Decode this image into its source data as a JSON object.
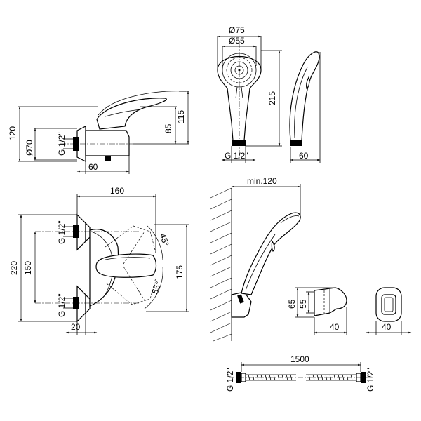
{
  "views": {
    "side_view": {
      "labels": {
        "height_total": "120",
        "diameter": "Ø70",
        "thread": "G 1/2\"",
        "spout_height": "85",
        "handle_height": "115",
        "depth": "60"
      }
    },
    "hand_shower_front": {
      "labels": {
        "outer_diameter": "Ø75",
        "inner_diameter": "Ø55",
        "length": "215",
        "thread": "G 1/2\""
      }
    },
    "hand_shower_side": {
      "labels": {
        "depth": "60"
      }
    },
    "front_view": {
      "labels": {
        "width": "160",
        "height_total": "220",
        "center_distance": "150",
        "body_height": "175",
        "thread_top": "G 1/2\"",
        "thread_bottom": "G 1/2\"",
        "eccentric": "20",
        "angle_up": "45°",
        "angle_down": "55°"
      }
    },
    "wall_mount": {
      "labels": {
        "min_distance": "min.120"
      }
    },
    "holder_side": {
      "labels": {
        "height_outer": "65",
        "height_inner": "55",
        "depth": "40"
      }
    },
    "holder_front": {
      "labels": {
        "width": "40"
      }
    },
    "hose": {
      "labels": {
        "length": "1500",
        "thread_left": "G 1/2\"",
        "thread_right": "G 1/2\""
      }
    }
  }
}
